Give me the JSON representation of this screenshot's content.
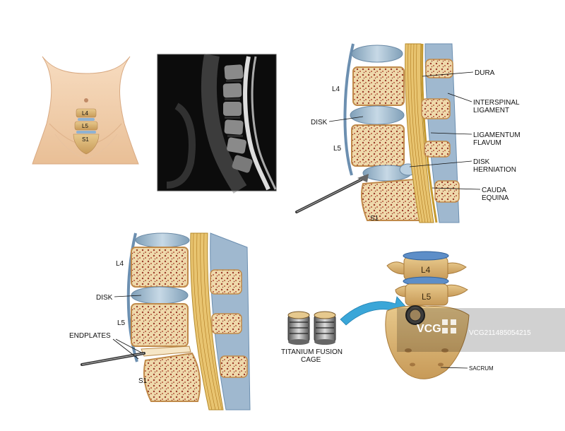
{
  "torso_panel": {
    "labels": {
      "l4": "L4",
      "l5": "L5",
      "s1": "S1"
    }
  },
  "mri_panel": {
    "overlay_left": [
      "",
      "",
      "",
      "",
      "",
      "",
      "",
      "",
      "",
      "",
      "",
      "",
      "",
      "",
      "",
      "",
      "",
      "",
      "",
      "",
      "",
      "",
      ""
    ],
    "overlay_right": [
      "",
      "",
      ""
    ]
  },
  "upper_diagram": {
    "vertebra_labels": {
      "l4": "L4",
      "disk": "DISK",
      "l5": "L5",
      "s1": "S1"
    },
    "callouts": {
      "dura": "DURA",
      "interspinal_1": "INTERSPINAL",
      "interspinal_2": "LIGAMENT",
      "ligamentum_1": "LIGAMENTUM",
      "ligamentum_2": "FLAVUM",
      "herniation_1": "DISK",
      "herniation_2": "HERNIATION",
      "cauda_1": "CAUDA",
      "cauda_2": "EQUINA"
    }
  },
  "lower_diagram": {
    "vertebra_labels": {
      "l4": "L4",
      "disk": "DISK",
      "l5": "L5",
      "s1": "S1"
    },
    "callouts": {
      "endplates": "ENDPLATES"
    }
  },
  "fusion_panel": {
    "cage_label_1": "TITANIUM FUSION",
    "cage_label_2": "CAGE",
    "spine_labels": {
      "l4": "L4",
      "l5": "L5",
      "sacrum": "SACRUM"
    }
  },
  "watermark": {
    "logo": "VCG",
    "id": "VCG211485054215"
  },
  "colors": {
    "bone": "#e6c98e",
    "bone_pattern": "#9b3b2a",
    "disk": "#a9c2d6",
    "nerve": "#e8c470",
    "ligament": "#9fb8cf",
    "arrow": "#3aa6d8",
    "skin": "#f3cfae"
  }
}
